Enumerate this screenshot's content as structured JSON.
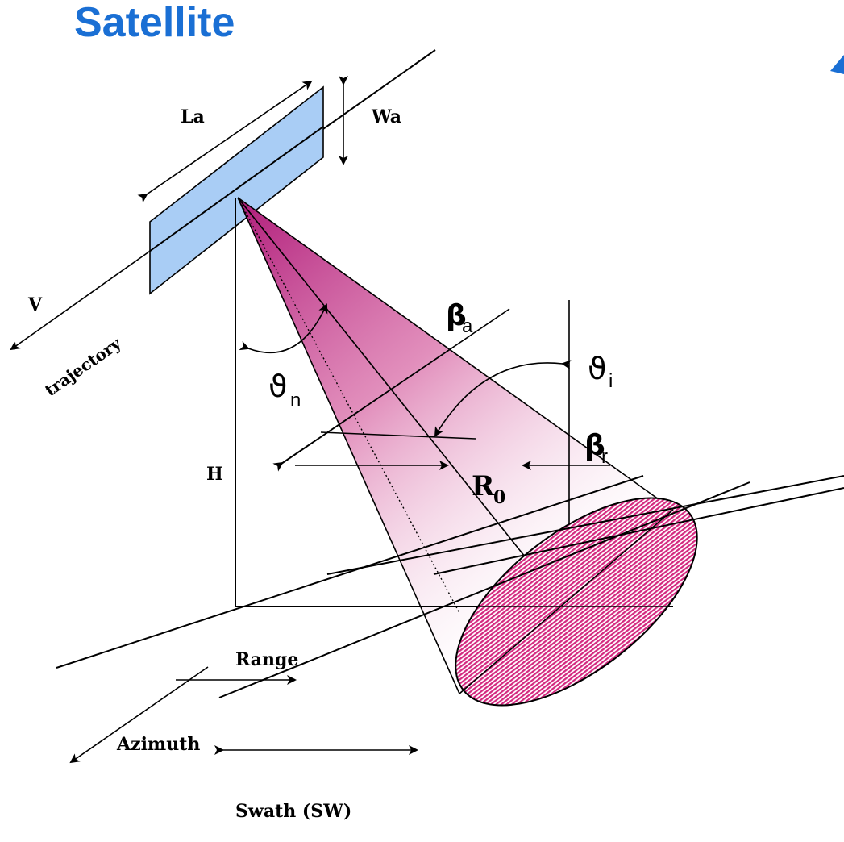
{
  "title": "Satellite",
  "labels": {
    "la": "La",
    "wa": "Wa",
    "v": "V",
    "trajectory": "trajectory",
    "h": "H",
    "theta_n_sym": "ϑ",
    "theta_n_sub": "n",
    "theta_i_sym": "ϑ",
    "theta_i_sub": "i",
    "beta_a_sym": "β",
    "beta_a_sub": "a",
    "beta_r_sym": "β",
    "beta_r_sub": "r",
    "r0_sym": "R",
    "r0_sub": "0",
    "range": "Range",
    "azimuth": "Azimuth",
    "swath": "Swath (SW)"
  },
  "colors": {
    "title": "#1a6fd4",
    "antenna_fill": "#a9cdf5",
    "beam": "#c2247f",
    "footprint": "#d4287f"
  }
}
